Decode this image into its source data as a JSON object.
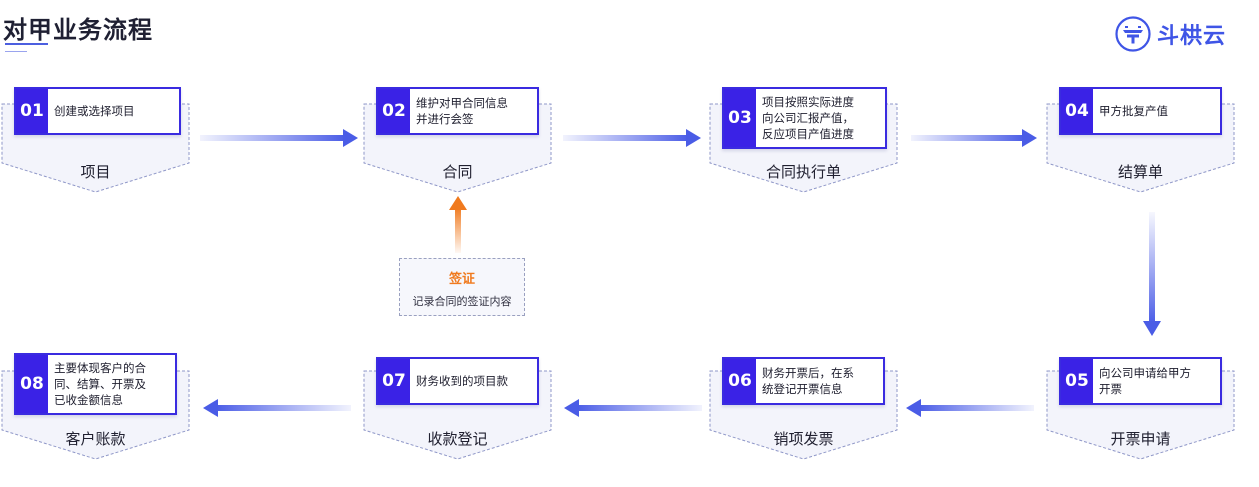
{
  "title": "对甲业务流程",
  "logo": {
    "text": "斗栱云",
    "icon": "dougong-logo-icon",
    "color": "#3f55e6"
  },
  "colors": {
    "accent": "#3a22e6",
    "orange": "#f07a1e",
    "arrow": "#5566e8",
    "tray_fill": "#f3f4fb",
    "tray_border": "#8f97c8"
  },
  "steps": [
    {
      "num": "01",
      "text": "创建或选择项目",
      "label": "项目"
    },
    {
      "num": "02",
      "text": "维护对甲合同信息\n并进行会签",
      "label": "合同"
    },
    {
      "num": "03",
      "text": "项目按照实际进度\n向公司汇报产值，\n反应项目产值进度",
      "label": "合同执行单"
    },
    {
      "num": "04",
      "text": "甲方批复产值",
      "label": "结算单"
    },
    {
      "num": "05",
      "text": "向公司申请给甲方\n开票",
      "label": "开票申请"
    },
    {
      "num": "06",
      "text": "财务开票后，在系\n统登记开票信息",
      "label": "销项发票"
    },
    {
      "num": "07",
      "text": "财务收到的项目款",
      "label": "收款登记"
    },
    {
      "num": "08",
      "text": "主要体现客户的合\n同、结算、开票及\n已收金额信息",
      "label": "客户账款"
    }
  ],
  "visa": {
    "title": "签证",
    "desc": "记录合同的签证内容"
  }
}
